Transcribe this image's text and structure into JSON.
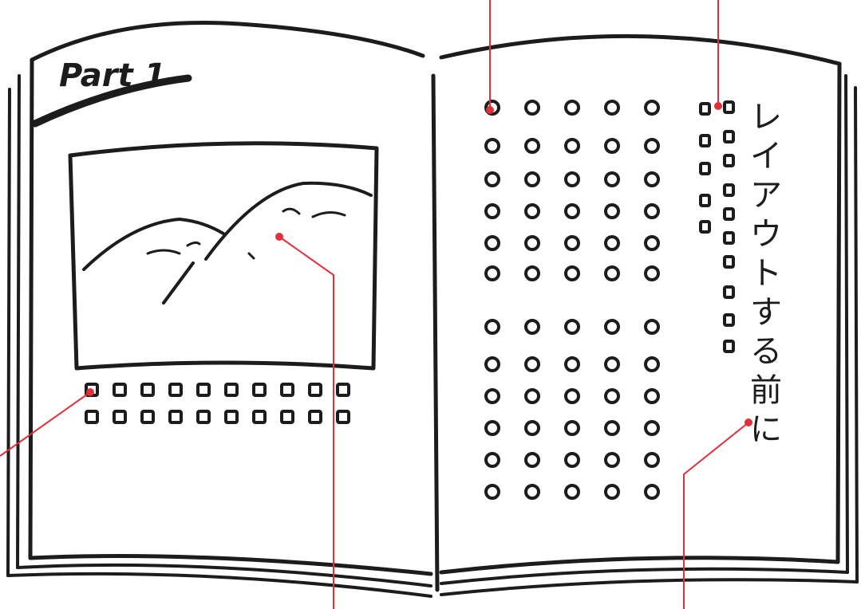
{
  "left_page": {
    "part_label": "Part 1"
  },
  "right_page": {
    "vertical_title": [
      "レ",
      "イ",
      "ア",
      "ウ",
      "ト",
      "す",
      "る",
      "前",
      "に"
    ]
  },
  "colors": {
    "ink": "#1c1c1c",
    "callout": "#e0303a"
  }
}
